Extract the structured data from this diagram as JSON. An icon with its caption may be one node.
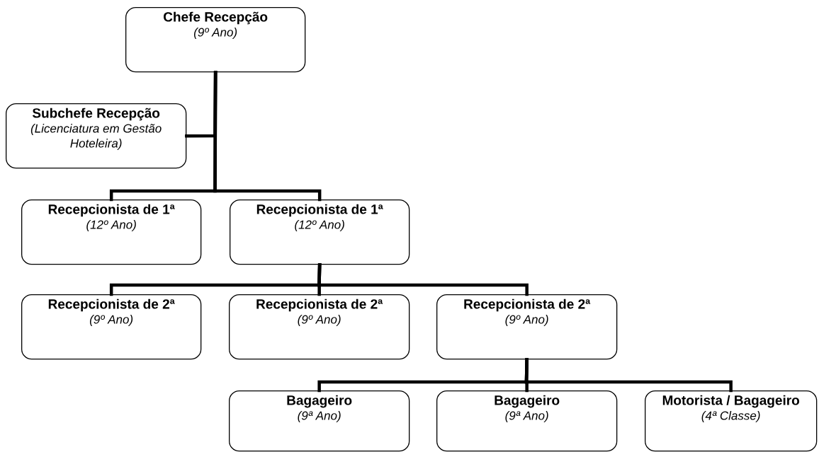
{
  "diagram": {
    "nodes": [
      {
        "text": [
          "Chefe Recepção",
          "(9º Ano)"
        ]
      },
      {
        "text": [
          "Subchefe Recepção",
          "(Licenciatura em Gestão Hoteleira)"
        ]
      },
      {
        "text": [
          "Recepcionista de 1ª",
          "(12º Ano)"
        ]
      },
      {
        "text": [
          "Recepcionista de 1ª",
          "(12º Ano)"
        ]
      },
      {
        "text": [
          "Recepcionista de 2ª",
          "(9º Ano)"
        ]
      },
      {
        "text": [
          "Recepcionista de 2ª",
          "(9º Ano)"
        ]
      },
      {
        "text": [
          "Recepcionista de 2ª",
          "(9º Ano)"
        ]
      },
      {
        "text": [
          "Bagageiro",
          "(9ª Ano)"
        ]
      },
      {
        "text": [
          "Bagageiro",
          "(9ª Ano)"
        ]
      },
      {
        "text": [
          "Motorista / Bagageiro",
          "(4ª Classe)"
        ]
      }
    ],
    "edges": [
      {
        "from": 0,
        "to": 1,
        "arrow": "none"
      },
      {
        "from": 0,
        "to": 2,
        "arrow": "none"
      },
      {
        "from": 0,
        "to": 3,
        "arrow": "none"
      },
      {
        "from": 3,
        "to": 4,
        "arrow": "none"
      },
      {
        "from": 3,
        "to": 5,
        "arrow": "none"
      },
      {
        "from": 3,
        "to": 6,
        "arrow": "none"
      },
      {
        "from": 6,
        "to": 7,
        "arrow": "none"
      },
      {
        "from": 6,
        "to": 8,
        "arrow": "none"
      },
      {
        "from": 6,
        "to": 9,
        "arrow": "none"
      }
    ]
  }
}
